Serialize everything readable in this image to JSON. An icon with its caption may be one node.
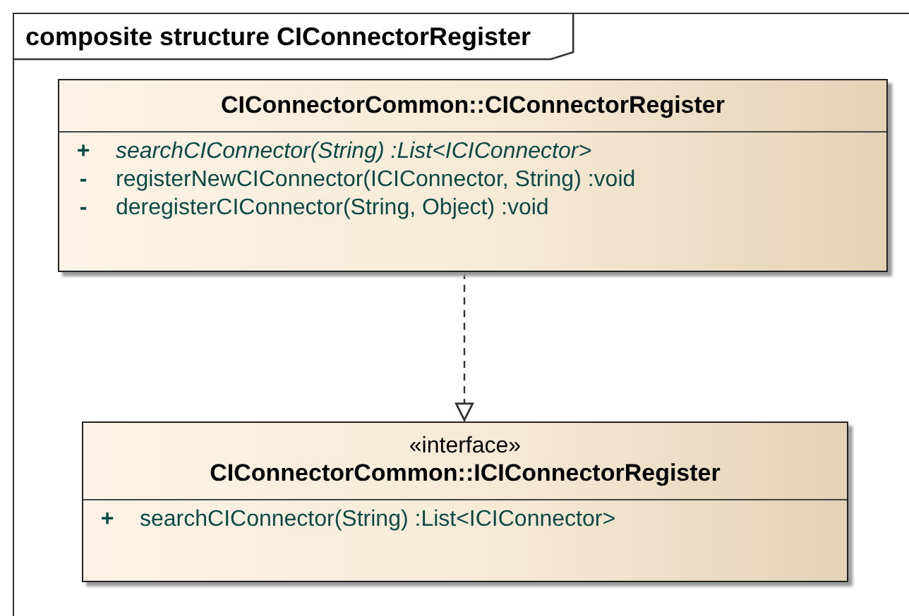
{
  "diagram": {
    "nodes": [
      {
        "text": [
          "composite structure CIConnectorRegister"
        ]
      },
      {
        "text": [
          "CIConnectorCommon::CIConnectorRegister",
          "+",
          "searchCIConnector(String) :List<ICIConnector>",
          "-",
          "registerNewCIConnector(ICIConnector, String) :void",
          "-",
          "deregisterCIConnector(String, Object) :void"
        ],
        "in": 0
      },
      {
        "text": [
          "«interface»",
          "CIConnectorCommon::ICIConnectorRegister",
          "+",
          "searchCIConnector(String) :List<ICIConnector>"
        ],
        "in": 0
      }
    ],
    "edges": [
      {
        "from": 1,
        "to": 2,
        "arrow": "to",
        "style": "dashed"
      }
    ]
  }
}
